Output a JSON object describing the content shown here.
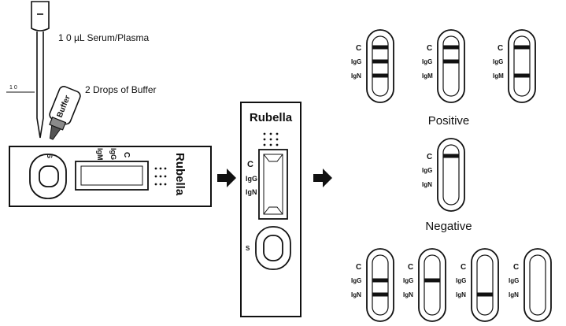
{
  "colors": {
    "ink": "#111111",
    "paper": "#ffffff",
    "tube_fill": "#8a8a8a"
  },
  "labels": {
    "serum": "1 0 µL Serum/Plasma",
    "buffer_drops": "2 Drops of  Buffer",
    "buffer_bottle": "Buffer",
    "pipette_mark": "1 0",
    "cassette_brand": "Rubella",
    "cassette_line_c": "C",
    "cassette_line_igg": "IgG",
    "cassette_line_igm": "IgM",
    "cassette_sample": "S",
    "center_title": "Rubella",
    "center_c": "C",
    "center_igg": "IgG",
    "center_igm": "IgN",
    "center_s": "S",
    "positive": "Positive",
    "negative": "Negative"
  },
  "results": {
    "positive": [
      {
        "lines": [
          "C",
          "IgG",
          "IgM"
        ],
        "text_c": "C",
        "text_igg": "IgG",
        "text_igm": "IgN"
      },
      {
        "lines": [
          "C",
          "IgG"
        ],
        "text_c": "C",
        "text_igg": "IgG",
        "text_igm": "IgM"
      },
      {
        "lines": [
          "C",
          "IgM"
        ],
        "text_c": "C",
        "text_igg": "IgG",
        "text_igm": "IgM"
      }
    ],
    "negative": [
      {
        "lines": [
          "C"
        ],
        "text_c": "C",
        "text_igg": "IgG",
        "text_igm": "IgN"
      }
    ],
    "invalid": [
      {
        "lines": [
          "IgG",
          "IgM"
        ],
        "text_c": "C",
        "text_igg": "IgG",
        "text_igm": "IgN"
      },
      {
        "lines": [
          "IgG"
        ],
        "text_c": "C",
        "text_igg": "IgG",
        "text_igm": "IgN"
      },
      {
        "lines": [
          "IgM"
        ],
        "text_c": "C",
        "text_igg": "IgG",
        "text_igm": "IgN"
      },
      {
        "lines": [],
        "text_c": "C",
        "text_igg": "IgG",
        "text_igm": "IgN"
      }
    ]
  }
}
